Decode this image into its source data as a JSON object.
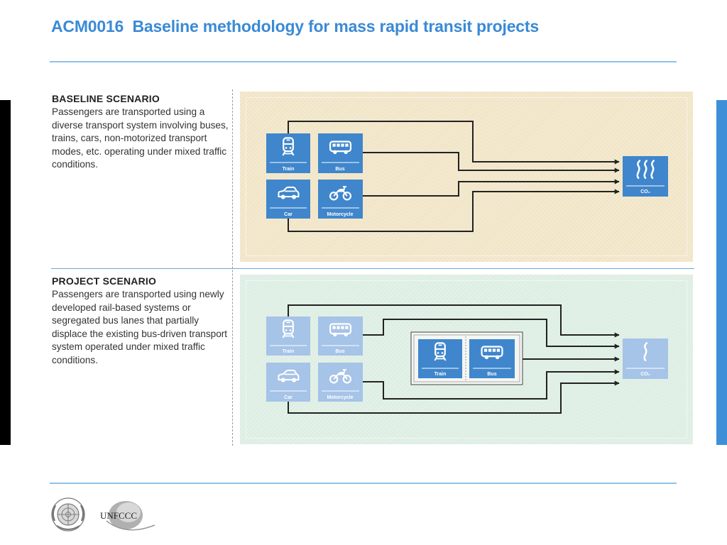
{
  "slide": {
    "title": "ACM0016  Baseline methodology for mass rapid transit projects"
  },
  "baseline": {
    "heading": "BASELINE SCENARIO",
    "description": "Passengers are transported using a diverse transport system involving buses, trains, cars, non-motorized transport modes, etc. operating under mixed traffic conditions.",
    "modes": {
      "train": "Train",
      "bus": "Bus",
      "car": "Car",
      "motorcycle": "Motorcycle"
    },
    "emission_label": "CO₂"
  },
  "project": {
    "heading": "PROJECT SCENARIO",
    "description": "Passengers are transported using newly developed rail-based systems or segregated bus lanes that partially displace the existing bus-driven transport system operated under mixed traffic conditions.",
    "modes": {
      "train": "Train",
      "bus": "Bus",
      "car": "Car",
      "motorcycle": "Motorcycle"
    },
    "mrts": {
      "train": "Train",
      "bus": "Bus"
    },
    "emission_label": "CO₂"
  },
  "colors": {
    "title": "#3a8ad6",
    "tile_strong": "#3f86cc",
    "tile_faded": "#a6c3e8",
    "baseline_panel": "#f1e5c7",
    "project_panel": "#ddeee3"
  },
  "logos": {
    "un_emblem": "un-emblem-icon",
    "unfccc": "UNFCCC"
  }
}
